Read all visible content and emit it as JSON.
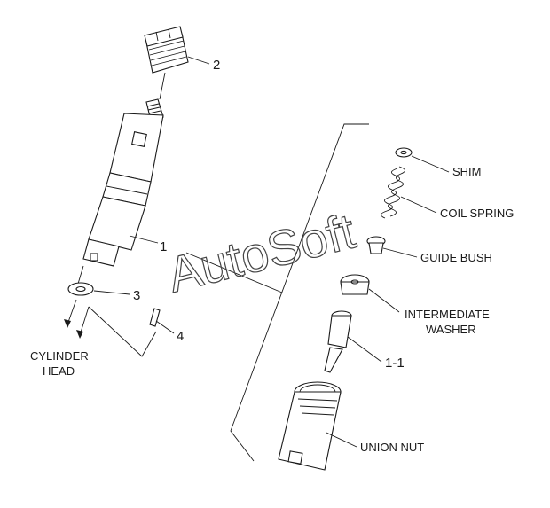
{
  "watermark": "AutoSoft",
  "callouts": {
    "c2": "2",
    "c1": "1",
    "c3": "3",
    "c4": "4",
    "c11": "1-1"
  },
  "labels": {
    "cylinder_head_line1": "CYLINDER",
    "cylinder_head_line2": "HEAD",
    "shim": "SHIM",
    "coil_spring": "COIL SPRING",
    "guide_bush": "GUIDE BUSH",
    "intermediate_line1": "INTERMEDIATE",
    "intermediate_line2": "WASHER",
    "union_nut": "UNION NUT"
  }
}
